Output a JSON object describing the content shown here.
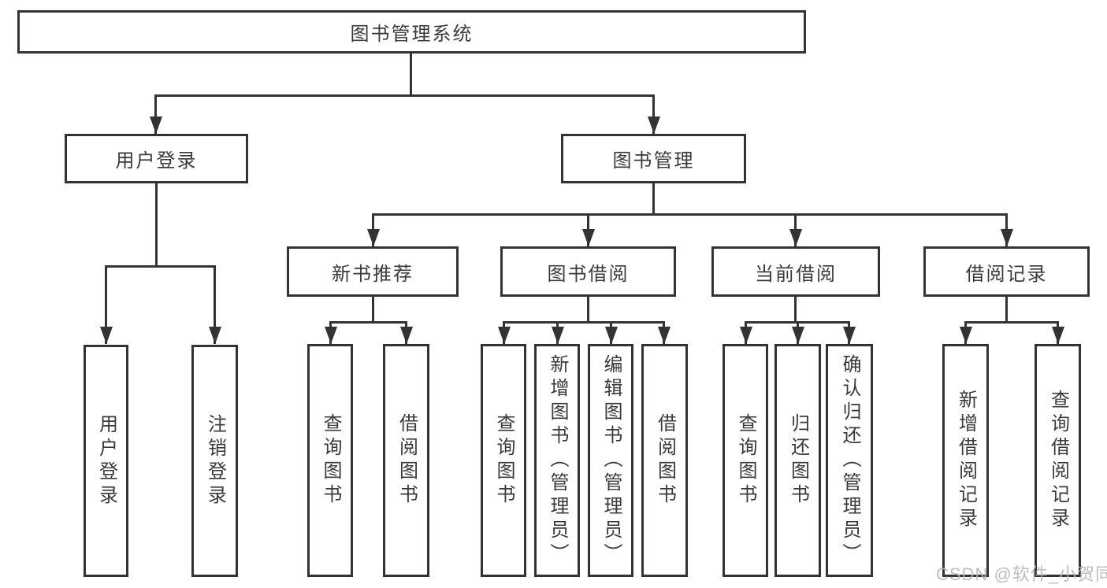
{
  "colors": {
    "line": "#333333",
    "text": "#3a3a3a",
    "background": "#ffffff",
    "watermark": "#b7b7b7"
  },
  "tree": {
    "label": "图书管理系统",
    "children": [
      {
        "label": "用户登录",
        "children": [
          {
            "label": "用户登录"
          },
          {
            "label": "注销登录"
          }
        ]
      },
      {
        "label": "图书管理",
        "children": [
          {
            "label": "新书推荐",
            "children": [
              {
                "label": "查询图书"
              },
              {
                "label": "借阅图书"
              }
            ]
          },
          {
            "label": "图书借阅",
            "children": [
              {
                "label": "查询图书"
              },
              {
                "label": "新增图书（管理员）"
              },
              {
                "label": "编辑图书（管理员）"
              },
              {
                "label": "借阅图书"
              }
            ]
          },
          {
            "label": "当前借阅",
            "children": [
              {
                "label": "查询图书"
              },
              {
                "label": "归还图书"
              },
              {
                "label": "确认归还（管理员）"
              }
            ]
          },
          {
            "label": "借阅记录",
            "children": [
              {
                "label": "新增借阅记录"
              },
              {
                "label": "查询借阅记录"
              }
            ]
          }
        ]
      }
    ]
  },
  "watermark": {
    "text": "CSDN @软件_小贺同学"
  }
}
